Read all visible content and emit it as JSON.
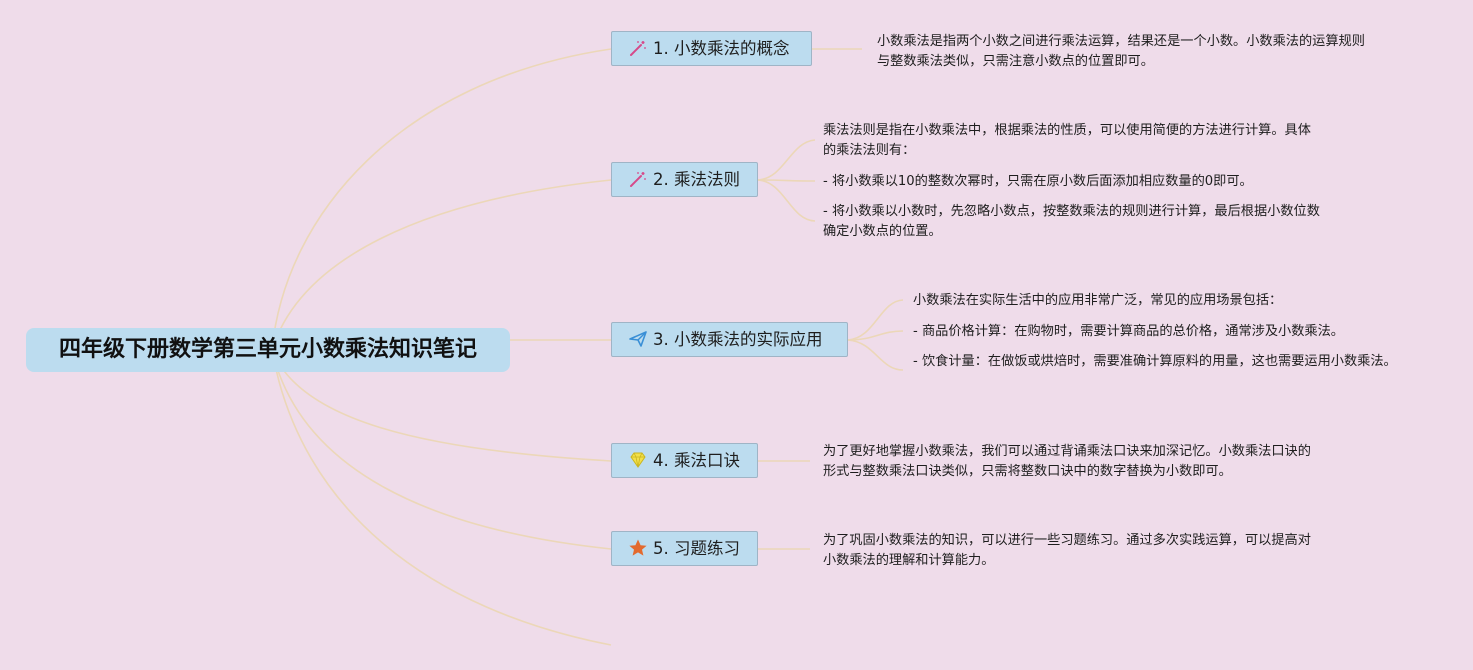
{
  "root": {
    "title": "四年级下册数学第三单元小数乘法知识笔记"
  },
  "colors": {
    "background": "#efdcea",
    "topic_fill": "#bcdcef",
    "link": "#ecd7b8"
  },
  "topics": [
    {
      "label": "1. 小数乘法的概念",
      "icon": "magic-wand-icon",
      "notes": [
        "小数乘法是指两个小数之间进行乘法运算，结果还是一个小数。小数乘法的运算规则与整数乘法类似，只需注意小数点的位置即可。"
      ]
    },
    {
      "label": "2. 乘法法则",
      "icon": "magic-wand-icon",
      "notes": [
        "乘法法则是指在小数乘法中，根据乘法的性质，可以使用简便的方法进行计算。具体的乘法法则有：",
        "- 将小数乘以10的整数次幂时，只需在原小数后面添加相应数量的0即可。",
        "- 将小数乘以小数时，先忽略小数点，按整数乘法的规则进行计算，最后根据小数位数确定小数点的位置。"
      ]
    },
    {
      "label": "3. 小数乘法的实际应用",
      "icon": "paper-plane-icon",
      "notes": [
        "小数乘法在实际生活中的应用非常广泛，常见的应用场景包括：",
        "- 商品价格计算：在购物时，需要计算商品的总价格，通常涉及小数乘法。",
        "- 饮食计量：在做饭或烘焙时，需要准确计算原料的用量，这也需要运用小数乘法。"
      ]
    },
    {
      "label": "4. 乘法口诀",
      "icon": "diamond-icon",
      "notes": [
        "为了更好地掌握小数乘法，我们可以通过背诵乘法口诀来加深记忆。小数乘法口诀的形式与整数乘法口诀类似，只需将整数口诀中的数字替换为小数即可。"
      ]
    },
    {
      "label": "5. 习题练习",
      "icon": "star-icon",
      "notes": [
        "为了巩固小数乘法的知识，可以进行一些习题练习。通过多次实践运算，可以提高对小数乘法的理解和计算能力。"
      ]
    }
  ]
}
